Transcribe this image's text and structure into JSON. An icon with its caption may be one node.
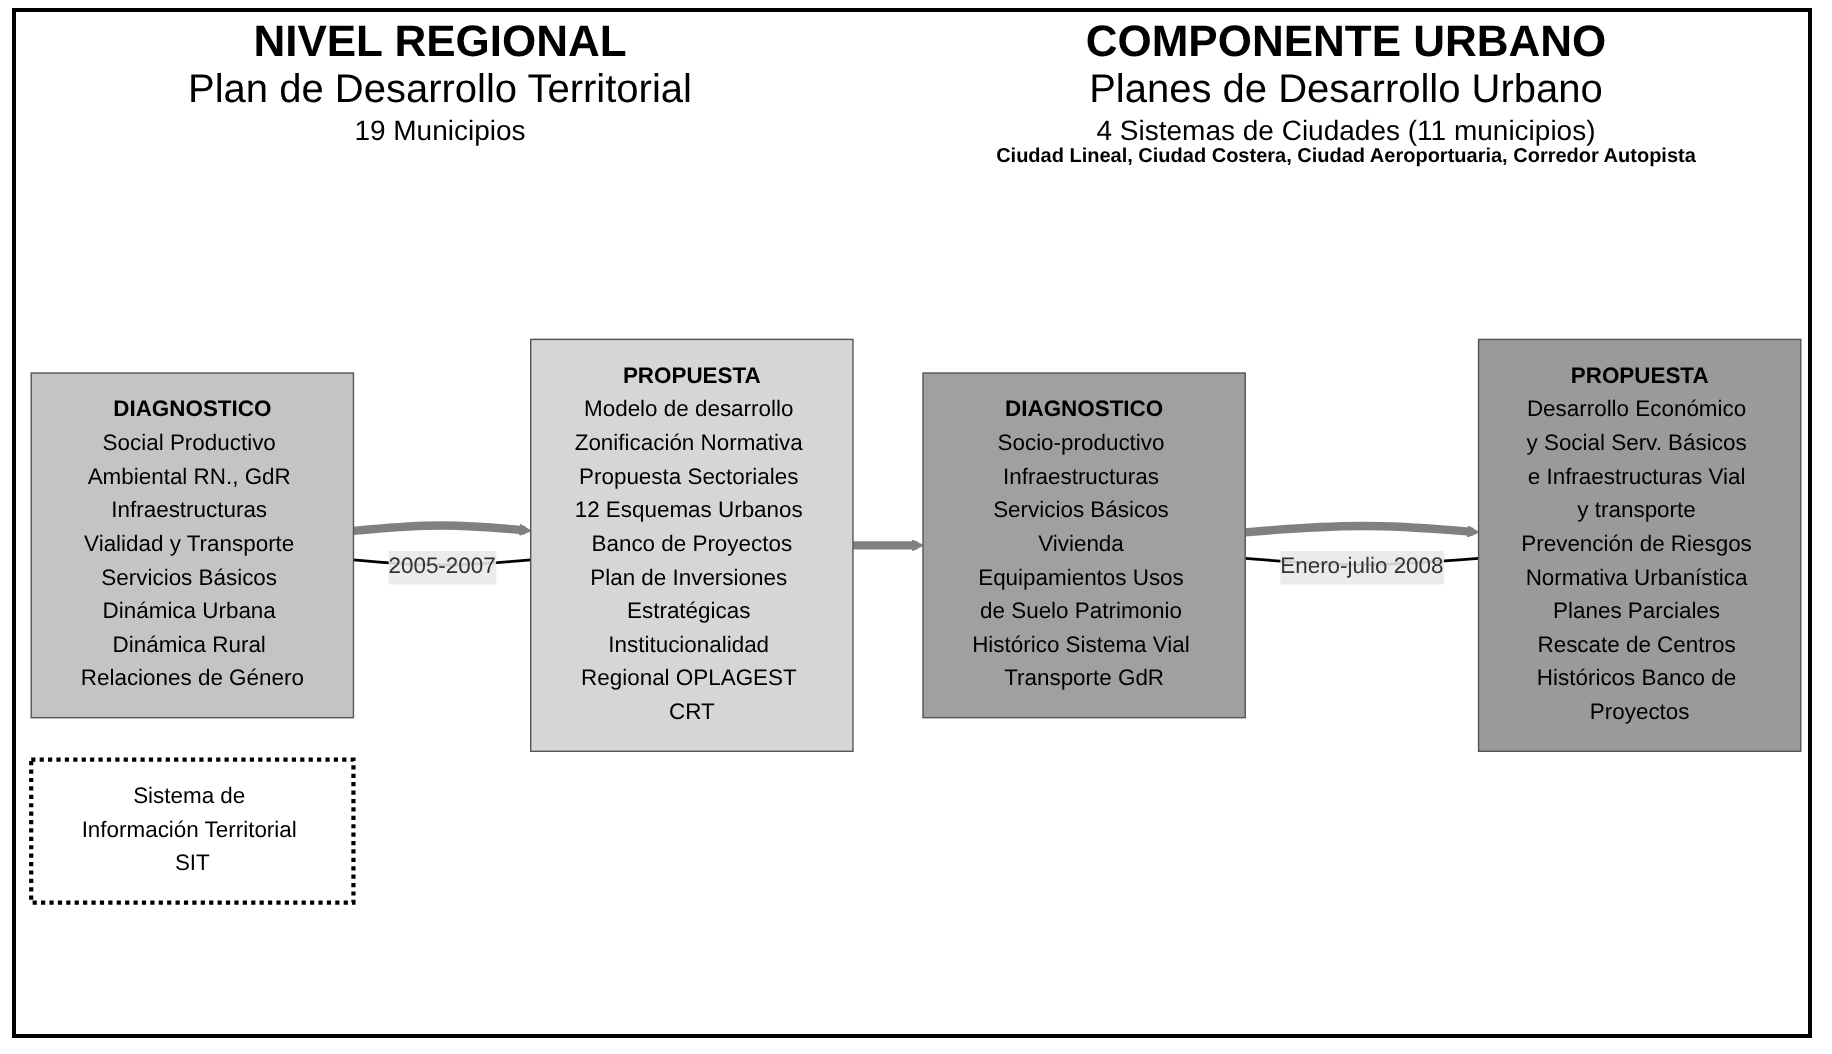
{
  "diagram": {
    "nodes": [
      {
        "text": [
          "DIAGNOSTICO",
          "Social Productivo Ambiental RN., GdR Infraestructuras Vialidad y Transporte Servicios Básicos Dinámica Urbana Dinámica Rural Relaciones de Género"
        ]
      },
      {
        "text": [
          "PROPUESTA",
          "Modelo de desarrollo Zonificación Normativa Propuesta Sectoriales 12 Esquemas Urbanos Banco de Proyectos",
          "Plan de Inversiones Estratégicas Institucionalidad Regional OPLAGEST CRT"
        ]
      },
      {
        "text": [
          "DIAGNOSTICO",
          "Socio-productivo Infraestructuras Servicios Básicos Vivienda Equipamientos Usos de Suelo Patrimonio Histórico Sistema Vial Transporte GdR"
        ]
      },
      {
        "text": [
          "PROPUESTA",
          "Desarrollo Económico y Social Serv. Básicos e Infraestructuras Vial y transporte Prevención de Riesgos Normativa Urbanística Planes Parciales Rescate de Centros Históricos Banco de Proyectos"
        ]
      },
      {
        "text": [
          "Sistema de Información Territorial SIT"
        ]
      }
    ],
    "edges": [
      {
        "from": 0,
        "to": 1,
        "arrow": "to"
      },
      {
        "from": 1,
        "to": 2,
        "arrow": "to"
      },
      {
        "from": 2,
        "to": 3,
        "arrow": "to"
      },
      {
        "from": 0,
        "to": 1,
        "arrow": "none",
        "label": "2005-2007",
        "color": "#000000"
      },
      {
        "from": 2,
        "to": 3,
        "arrow": "none",
        "label": "Enero-julio 2008",
        "color": "#000000"
      }
    ],
    "labels": [
      "NIVEL REGIONAL",
      "Plan de Desarrollo Territorial",
      "19 Municipios",
      "COMPONENTE URBANO",
      "Planes de Desarrollo Urbano",
      "4 Sistemas de Ciudades (11 municipios)",
      "Ciudad Lineal, Ciudad Costera, Ciudad Aeroportuaria, Corredor Autopista"
    ]
  }
}
